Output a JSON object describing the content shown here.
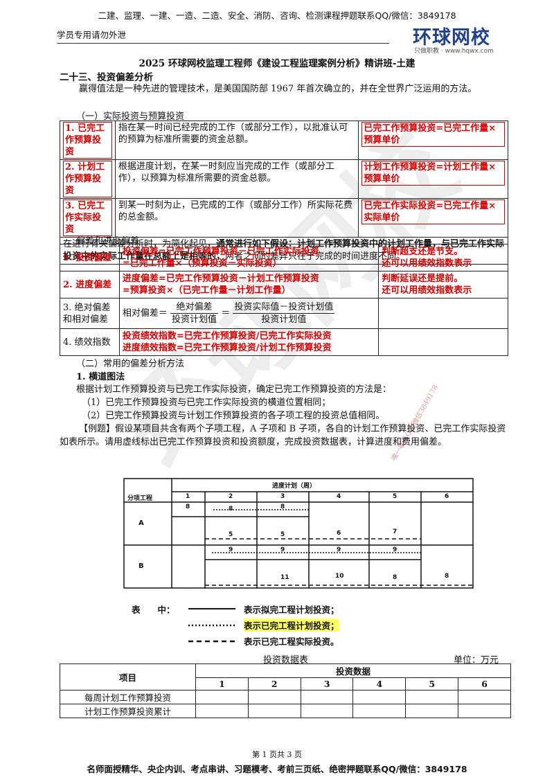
{
  "header": {
    "top_line": "二建、监理、一建、一造、二造、安全、消防、咨询、检测课程押题联系QQ/微信：3849178",
    "left_note": "学员专用请勿外泄",
    "logo": "环球网校",
    "logo_sub": "只做职教 · www.hqwx.com"
  },
  "watermark": "环球网校",
  "stamp": "唯一联系QQ/微信3849178",
  "doc": {
    "title": "2025 环球网校监理工程师《建设工程监理案例分析》精讲班-土建",
    "section": "二十三、投资偏差分析",
    "intro": "赢得值法是一种先进的管理技术，是美国国防部 1967 年首次确立的，并在全世界广泛运用的方法。",
    "sub1": "（一）实际投资与预算投资",
    "t1_rows": [
      {
        "name": "1. 已完工作预算投资",
        "desc": "指在某一时间已经完成的工作（或部分工作），以批准认可的预算为标准所需要的资金总额。",
        "formula": "已完工作预算投资=已完工作量×预算单价"
      },
      {
        "name": "2. 计划工作预算投资",
        "desc": "根据进度计划，在某一时刻应当完成的工作（或部分工作），以预算为标准所需要的资金总额。",
        "formula": "计划工作预算投资=计划工作量×预算单价"
      },
      {
        "name": "3. 已完工作实际投资",
        "desc": "到某一时刻为止，已完成的工作（或部分工作）所实际花费的总金额。",
        "formula": "已完工作实际投资=已完工作量×实际单价"
      }
    ],
    "t1_note_a": "在进行有关偏差分析时，为简化起见，",
    "t1_note_b": "通常进行如下假设：计划工作预算投资中的计划工作量，与已完工作实际投资中的实际工作量在总额上是相等的，",
    "t1_note_c": "两者之间的差异只在于完成的时间进度不同。",
    "sub2": "偏差和进度偏差",
    "t2": {
      "r1_name": "1. 投资偏差",
      "r1_f1": "投资偏差=已完工作预算投资－已完工作实际投资",
      "r1_f2": "=已完工作量×（预算投资－实际投资）",
      "r1_j1": "判断超支还是节支。",
      "r1_j2": "还可以用绩效指数表示",
      "r2_name": "2. 进度偏差",
      "r2_f1": "进度偏差=已完工作预算投资－计划工作预算投资",
      "r2_f2": "=预算投资×（已完工作量－计划工作量）",
      "r2_j1": "判断延误还是提前。",
      "r2_j2": "还可以用绩效指数表示",
      "r3_name1": "3. 绝对偏差",
      "r3_name2": "和相对偏差",
      "r3_lhs": "相对偏差＝",
      "r3_n1": "绝对偏差",
      "r3_d1": "投资计划值",
      "r3_eq": "＝",
      "r3_n2": "投资实际值－投资计划值",
      "r3_d2": "投资计划值",
      "r4_name": "4. 绩效指数",
      "r4_f1": "投资绩效指数=已完工作预算投资/已完工作实际投资",
      "r4_f2": "进度绩效指数=已完工作预算投资/计划工作预算投资"
    },
    "sub3": "（二）常用的偏差分析方法",
    "method": "1. 横道图法",
    "m_intro": "根据计划工作预算投资与已完工作实际投资，确定已完工作预算投资的方法是：",
    "m_1": "（1）已完工作预算投资与已完工作实际投资的横道位置相同；",
    "m_2": "（2）已完工作预算投资与计划工作预算投资的各子项工程的投资总值相同。",
    "example": "【例题】假设某项目共含有两个子项工程，A 子项和 B 子项，各自的计划工作预算投资、已完工作实际投资如表所示。请用虚线标出已完工作预算投资和投资额度，完成投资数据表，计算进度和费用偏差。"
  },
  "figure": {
    "col_label": "分项工程",
    "header": "进度计划（周）",
    "weeks": [
      "1",
      "2",
      "3",
      "4",
      "5",
      "6"
    ],
    "rows": [
      "A",
      "B"
    ],
    "A_top": [
      "8",
      "8",
      "8"
    ],
    "A_bottom": [
      "5",
      "5",
      "6",
      "7"
    ],
    "B_top": [
      "9",
      "9",
      "9",
      "9"
    ],
    "B_bottom": [
      "11",
      "10",
      "8",
      "8"
    ]
  },
  "legend": {
    "prefix": "表　　中：",
    "l1": "表示拟完工程计划投资；",
    "l2": "表示已完工程计划投资；",
    "l3": "表示已完工程实际投资。"
  },
  "table3": {
    "caption": "投资数据表",
    "unit": "单位：万元",
    "col_item": "项目",
    "col_group": "投资数据",
    "cols": [
      "1",
      "2",
      "3",
      "4",
      "5",
      "6"
    ],
    "rows": [
      "每周计划工作预算投资",
      "计划工作预算投资累计"
    ]
  },
  "footer": {
    "page": "第 1 页共 3 页",
    "line": "名师面授精华、央企内训、考点串讲、习题模考、考前三页纸、绝密押题联系QQ/微信：3849178"
  }
}
